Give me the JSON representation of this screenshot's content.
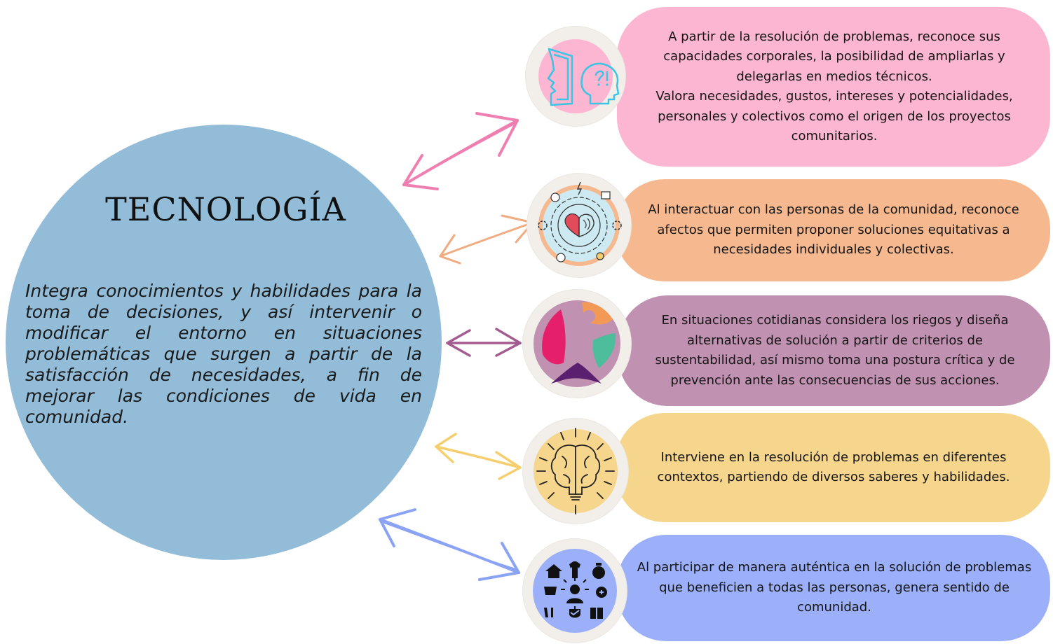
{
  "main": {
    "title": "TECNOLOGÍA",
    "description": "Integra conocimientos y habilidades para la toma de decisiones, y así intervenir o modificar el entorno en situaciones problemáticas que surgen a partir de la satisfacción de necesidades, a fin de mejorar las condiciones de vida en comunidad.",
    "color": "#92bcd8"
  },
  "items": [
    {
      "icon": "head-question-icon",
      "color": "#fdb6d2",
      "arrow_color": "#ef7fb0",
      "text": "A partir de la resolución de problemas, reconoce sus capacidades corporales, la posibilidad de ampliarlas y delegarlas en medios técnicos.\nValora necesidades, gustos, intereses y potencialidades, personales y colectivos como el origen de los proyectos comunitarios."
    },
    {
      "icon": "heart-brain-icon",
      "color": "#f6b88e",
      "arrow_color": "#f0ac80",
      "text": "Al interactuar con las personas de la comunidad, reconoce afectos que permiten proponer soluciones equitativas a necesidades individuales y colectivas."
    },
    {
      "icon": "star-figure-icon",
      "color": "#c191b1",
      "arrow_color": "#a45c90",
      "text": "En situaciones cotidianas considera los riegos y diseña alternativas de solución a partir de criterios de sustentabilidad, así mismo toma una postura crítica y de prevención ante las consecuencias de sus acciones."
    },
    {
      "icon": "brain-bulb-icon",
      "color": "#f6d58c",
      "arrow_color": "#f5cf6e",
      "text": "Interviene en la resolución de problemas en diferentes contextos, partiendo de diversos saberes y habilidades."
    },
    {
      "icon": "community-needs-icon",
      "color": "#9cb0fa",
      "arrow_color": "#8aa3f5",
      "text": "Al participar de manera auténtica en la solución de problemas que beneficien a todas las personas, genera sentido de comunidad."
    }
  ]
}
